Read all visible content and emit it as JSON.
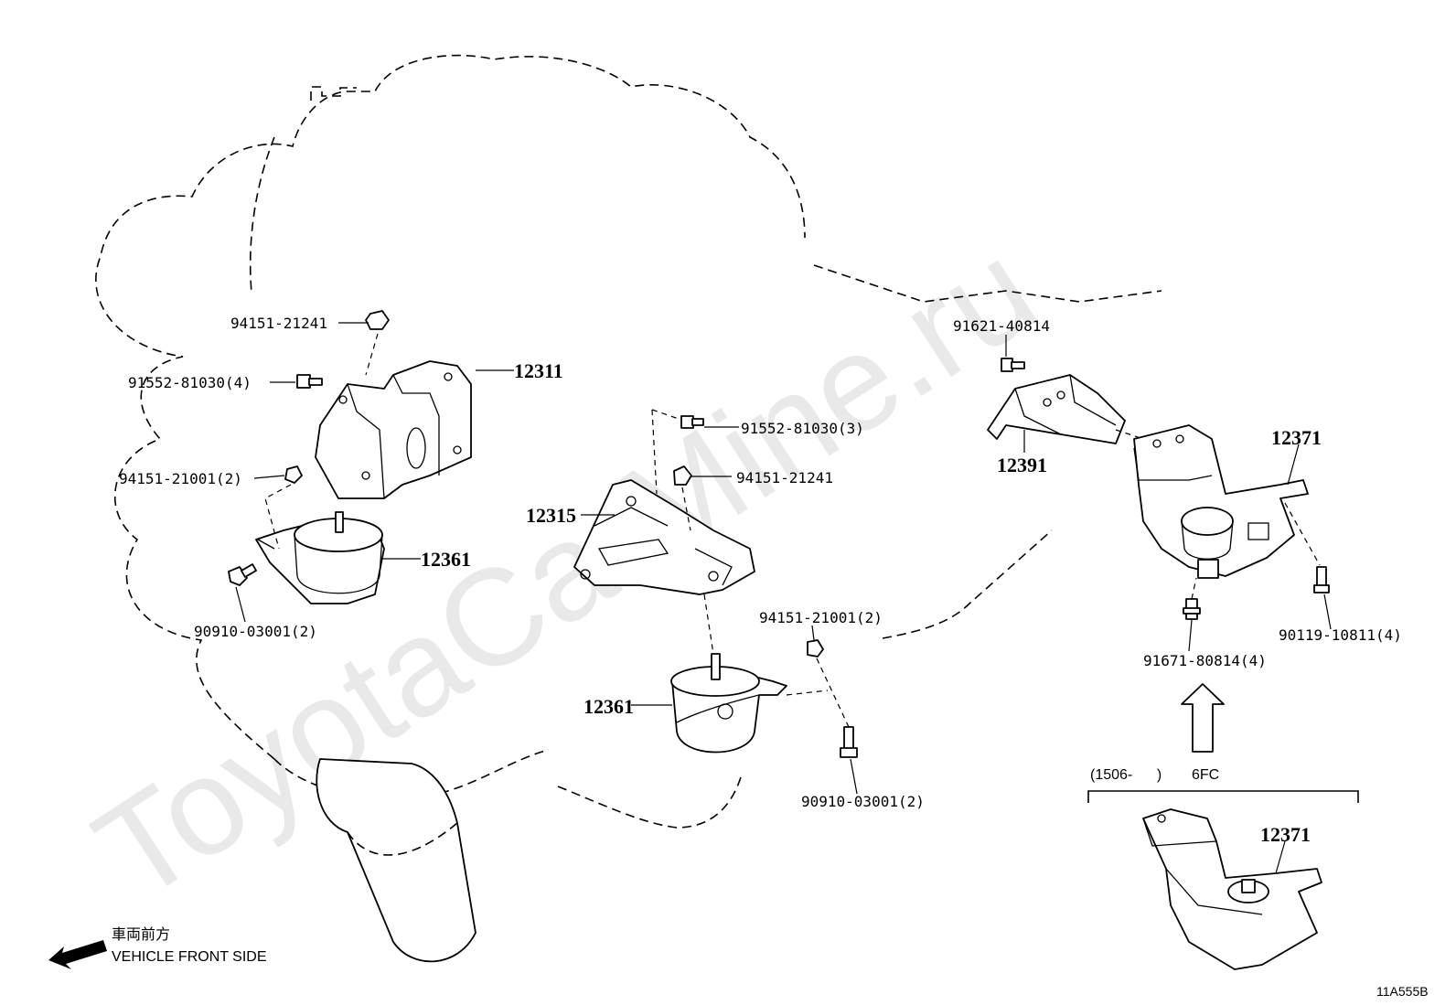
{
  "diagram": {
    "watermark": "ToyotaCarMine.ru",
    "diagram_code": "11A555B",
    "direction": {
      "label_jp": "車両前方",
      "label_en": "VEHICLE FRONT SIDE",
      "icon": "arrow-left-icon"
    },
    "parts": {
      "p12311": "12311",
      "p12361_left": "12361",
      "p12315": "12315",
      "p12361_center": "12361",
      "p12391": "12391",
      "p12371_top": "12371",
      "p12371_bottom": "12371"
    },
    "fasteners": {
      "f94151_21241_left": "94151-21241",
      "f91552_81030_left": "91552-81030(4)",
      "f94151_21001_left": "94151-21001(2)",
      "f90910_03001_left": "90910-03001(2)",
      "f91552_81030_center": "91552-81030(3)",
      "f94151_21241_center": "94151-21241",
      "f94151_21001_center": "94151-21001(2)",
      "f90910_03001_center": "90910-03001(2)",
      "f91621_40814": "91621-40814",
      "f91671_80814": "91671-80814(4)",
      "f90119_10811": "90119-10811(4)"
    },
    "variant": {
      "date_range": "(1506-      )",
      "model_code": "6FC"
    }
  }
}
